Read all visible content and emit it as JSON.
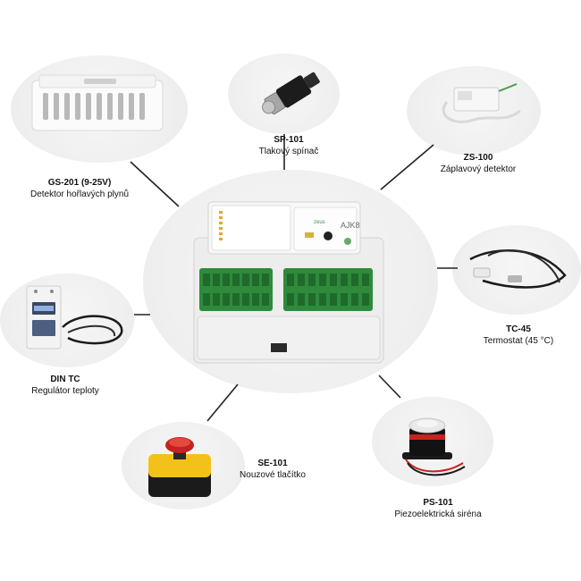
{
  "products": {
    "center": {
      "brand": "AJK8",
      "small_text": "zeus"
    },
    "gs201": {
      "code": "GS-201 (9-25V)",
      "desc": "Detektor hořlavých plynů"
    },
    "sp101": {
      "code": "SP-101",
      "desc": "Tlakový spínač"
    },
    "zs100": {
      "code": "ZS-100",
      "desc": "Záplavový detektor"
    },
    "tc45": {
      "code": "TC-45",
      "desc": "Termostat (45 °C)"
    },
    "dintc": {
      "code": "DIN TC",
      "desc": "Regulátor teploty"
    },
    "se101": {
      "code": "SE-101",
      "desc": "Nouzové tlačítko"
    },
    "ps101": {
      "code": "PS-101",
      "desc": "Piezoelektrická siréna"
    }
  },
  "colors": {
    "blob": "#efefef",
    "line": "#222222",
    "terminal_green": "#2f8a3c",
    "button_red": "#c8221e",
    "button_yellow": "#f2c21b",
    "din_screen": "#3b4a63"
  }
}
